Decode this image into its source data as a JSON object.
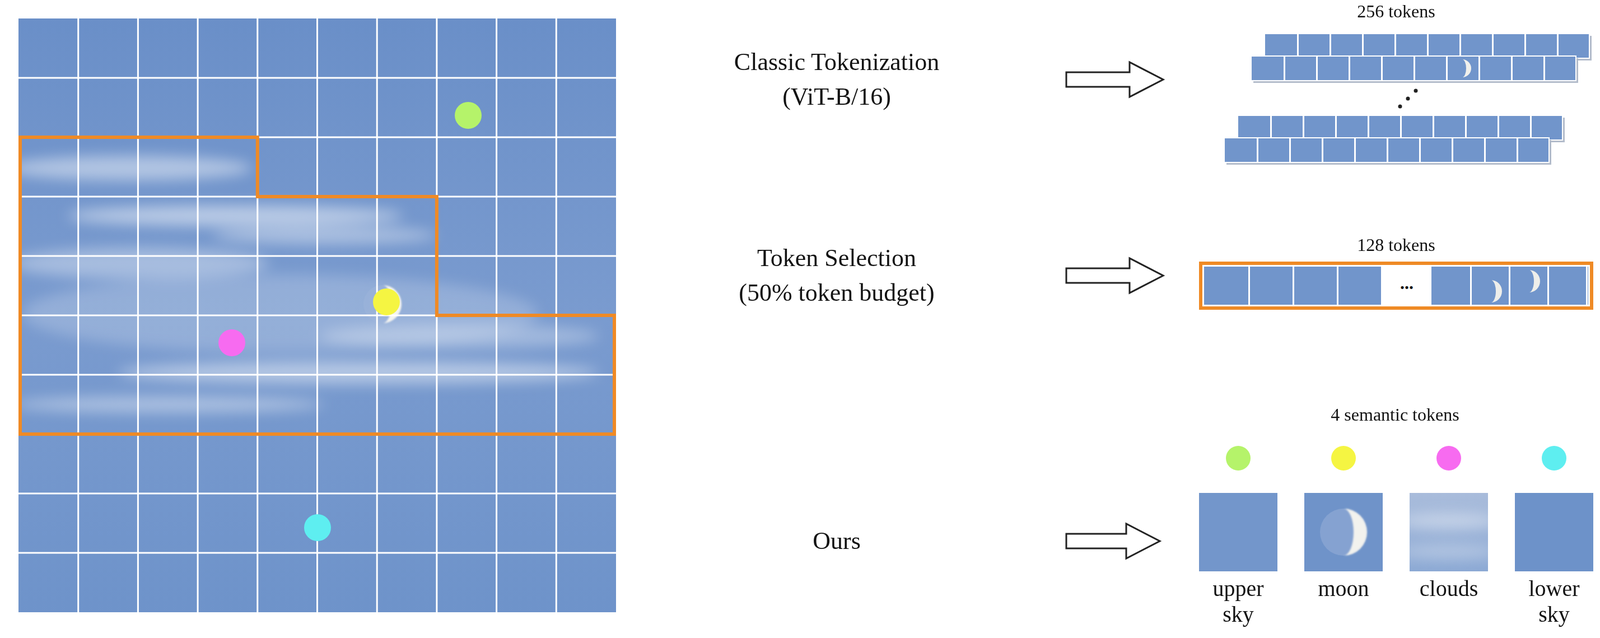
{
  "diagram": {
    "nodes": [
      {
        "text": [
          "Classic Tokenization (ViT-B/16)"
        ]
      },
      {
        "text": [
          "256 tokens"
        ]
      },
      {
        "text": [
          "Token Selection (50% token budget)"
        ]
      },
      {
        "text": [
          "128 tokens"
        ]
      },
      {
        "text": [
          "Ours"
        ]
      },
      {
        "text": [
          "4 semantic tokens"
        ]
      },
      {
        "text": [
          "upper sky"
        ],
        "in": 5
      },
      {
        "text": [
          "moon"
        ],
        "in": 5
      },
      {
        "text": [
          "clouds"
        ],
        "in": 5
      },
      {
        "text": [
          "lower sky"
        ],
        "in": 5
      }
    ],
    "edges": [
      {
        "from": 0,
        "to": 1,
        "arrow": "to"
      },
      {
        "from": 2,
        "to": 3,
        "arrow": "to"
      },
      {
        "from": 4,
        "to": 5,
        "arrow": "to"
      }
    ],
    "labels": [
      "..."
    ]
  }
}
